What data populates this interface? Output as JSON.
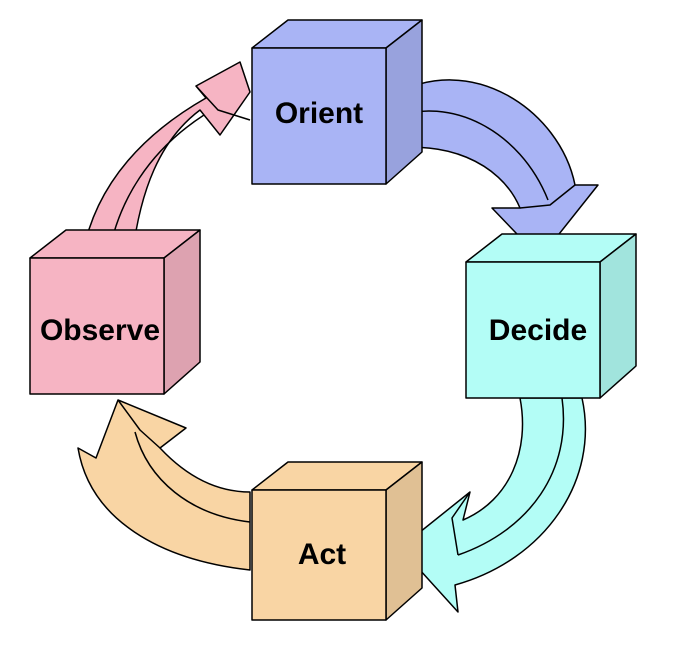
{
  "nodes": [
    {
      "id": "orient",
      "label": "Orient",
      "color": "#a9b4f5"
    },
    {
      "id": "decide",
      "label": "Decide",
      "color": "#b3fdf6"
    },
    {
      "id": "act",
      "label": "Act",
      "color": "#f9d5a4"
    },
    {
      "id": "observe",
      "label": "Observe",
      "color": "#f6b4c3"
    }
  ],
  "edges": [
    {
      "from": "Orient",
      "to": "Decide",
      "color": "#a9b4f5"
    },
    {
      "from": "Decide",
      "to": "Act",
      "color": "#b3fdf6"
    },
    {
      "from": "Act",
      "to": "Observe",
      "color": "#f9d5a4"
    },
    {
      "from": "Observe",
      "to": "Orient",
      "color": "#f6b4c3"
    }
  ]
}
